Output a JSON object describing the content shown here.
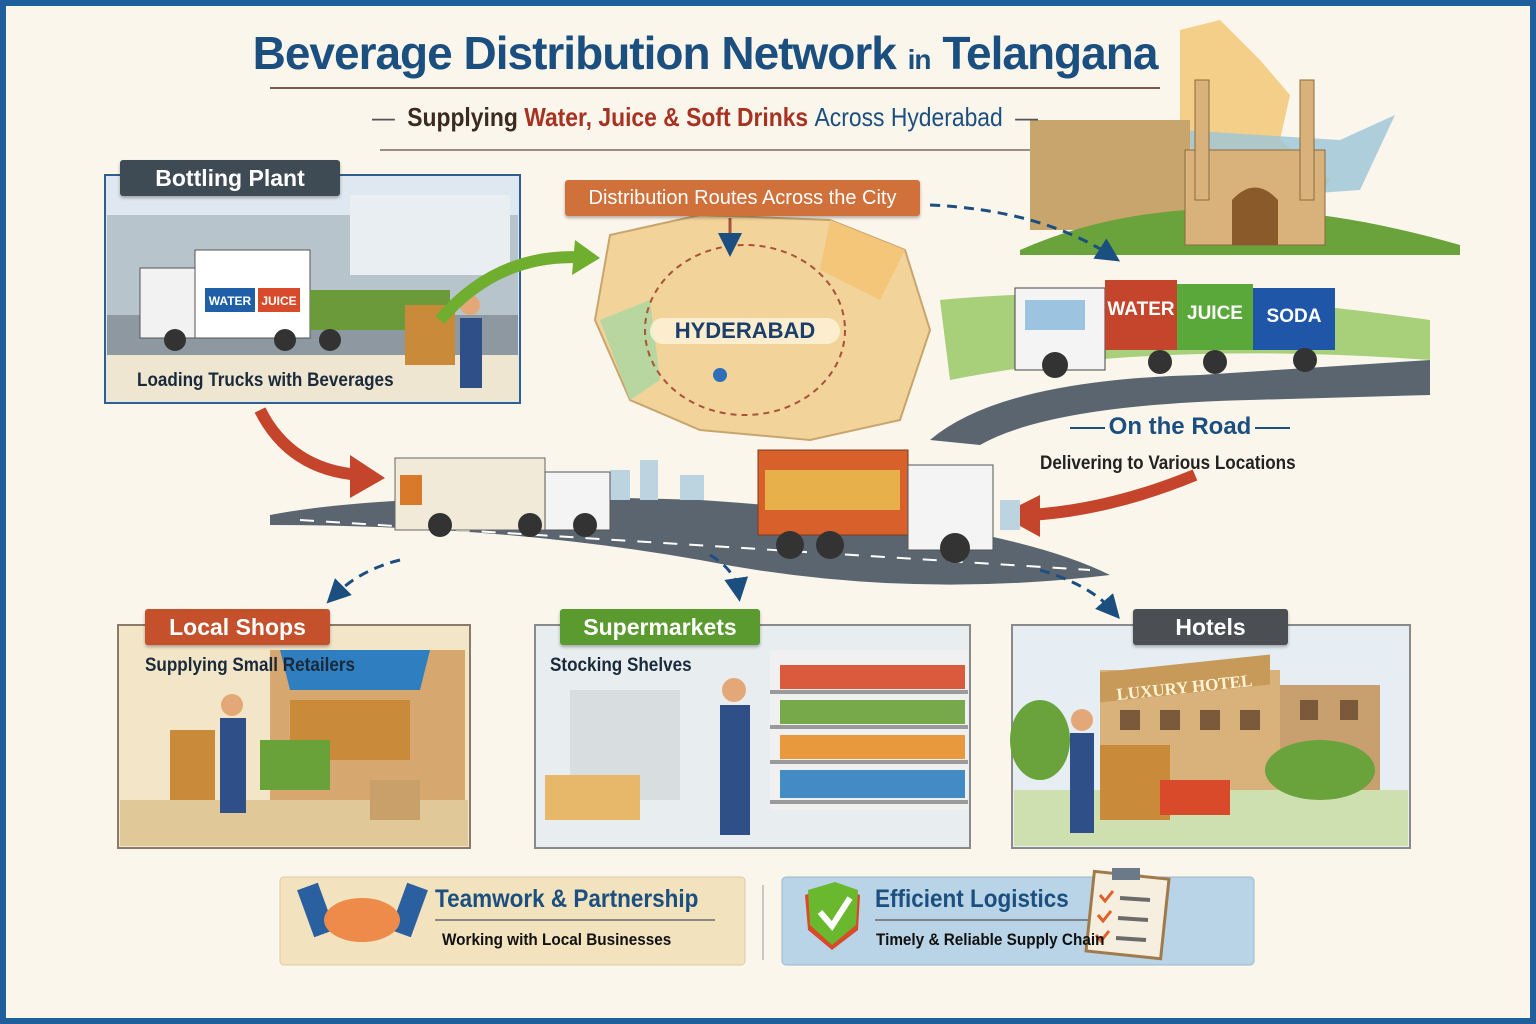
{
  "header": {
    "title_main": "Beverage Distribution Network",
    "title_in": "in",
    "title_end": "Telangana",
    "subtitle_1": "Supplying",
    "subtitle_2": "Water, Juice & Soft Drinks",
    "subtitle_3": "Across Hyderabad"
  },
  "plant": {
    "label": "Bottling Plant",
    "caption": "Loading Trucks with Beverages",
    "truck_labels": [
      "WATER",
      "JUICE"
    ]
  },
  "routes": {
    "label": "Distribution Routes Across the City",
    "map_label": "HYDERABAD"
  },
  "road": {
    "title": "On the Road",
    "subtitle": "Delivering to Various Locations",
    "truck_labels": [
      "WATER",
      "JUICE",
      "SODA"
    ]
  },
  "destinations": [
    {
      "label": "Local Shops",
      "caption": "Supplying Small Retailers",
      "color": "#c4512c"
    },
    {
      "label": "Supermarkets",
      "caption": "Stocking Shelves",
      "color": "#5a9a2e"
    },
    {
      "label": "Hotels",
      "caption": "",
      "color": "#4b4e52",
      "sign": "LUXURY HOTEL"
    }
  ],
  "banners": [
    {
      "title": "Teamwork & Partnership",
      "subtitle": "Working with Local Businesses",
      "icon": "handshake-icon"
    },
    {
      "title": "Efficient Logistics",
      "subtitle": "Timely & Reliable Supply Chain",
      "icon": "shield-check-icon"
    }
  ],
  "colors": {
    "primary": "#1b4f7f",
    "accent_red": "#c4452c",
    "accent_green": "#5a9a2e",
    "frame": "#1f5f9e",
    "background": "#fbf6ec"
  }
}
